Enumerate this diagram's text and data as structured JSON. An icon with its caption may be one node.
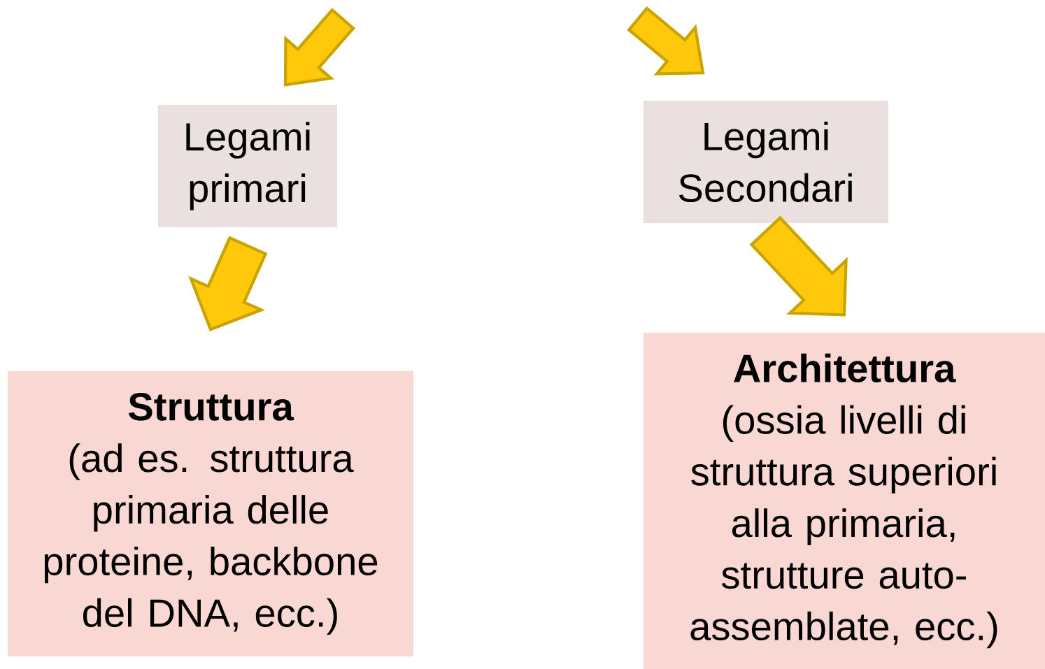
{
  "diagram": {
    "nodes": [
      {
        "text": [
          "Legami primari"
        ]
      },
      {
        "text": [
          "Legami Secondari"
        ]
      },
      {
        "text": [
          "Struttura",
          "(ad es. struttura primaria delle proteine, backbone del DNA, ecc.)"
        ]
      },
      {
        "text": [
          "Architettura",
          "(ossia livelli di struttura superiori alla primaria, strutture auto-assemblate, ecc.)"
        ]
      }
    ],
    "edges": [
      {
        "from": null,
        "to": 0,
        "arrow": "to"
      },
      {
        "from": null,
        "to": 1,
        "arrow": "to"
      },
      {
        "from": 0,
        "to": 2,
        "arrow": "to"
      },
      {
        "from": 1,
        "to": 3,
        "arrow": "to"
      }
    ]
  }
}
